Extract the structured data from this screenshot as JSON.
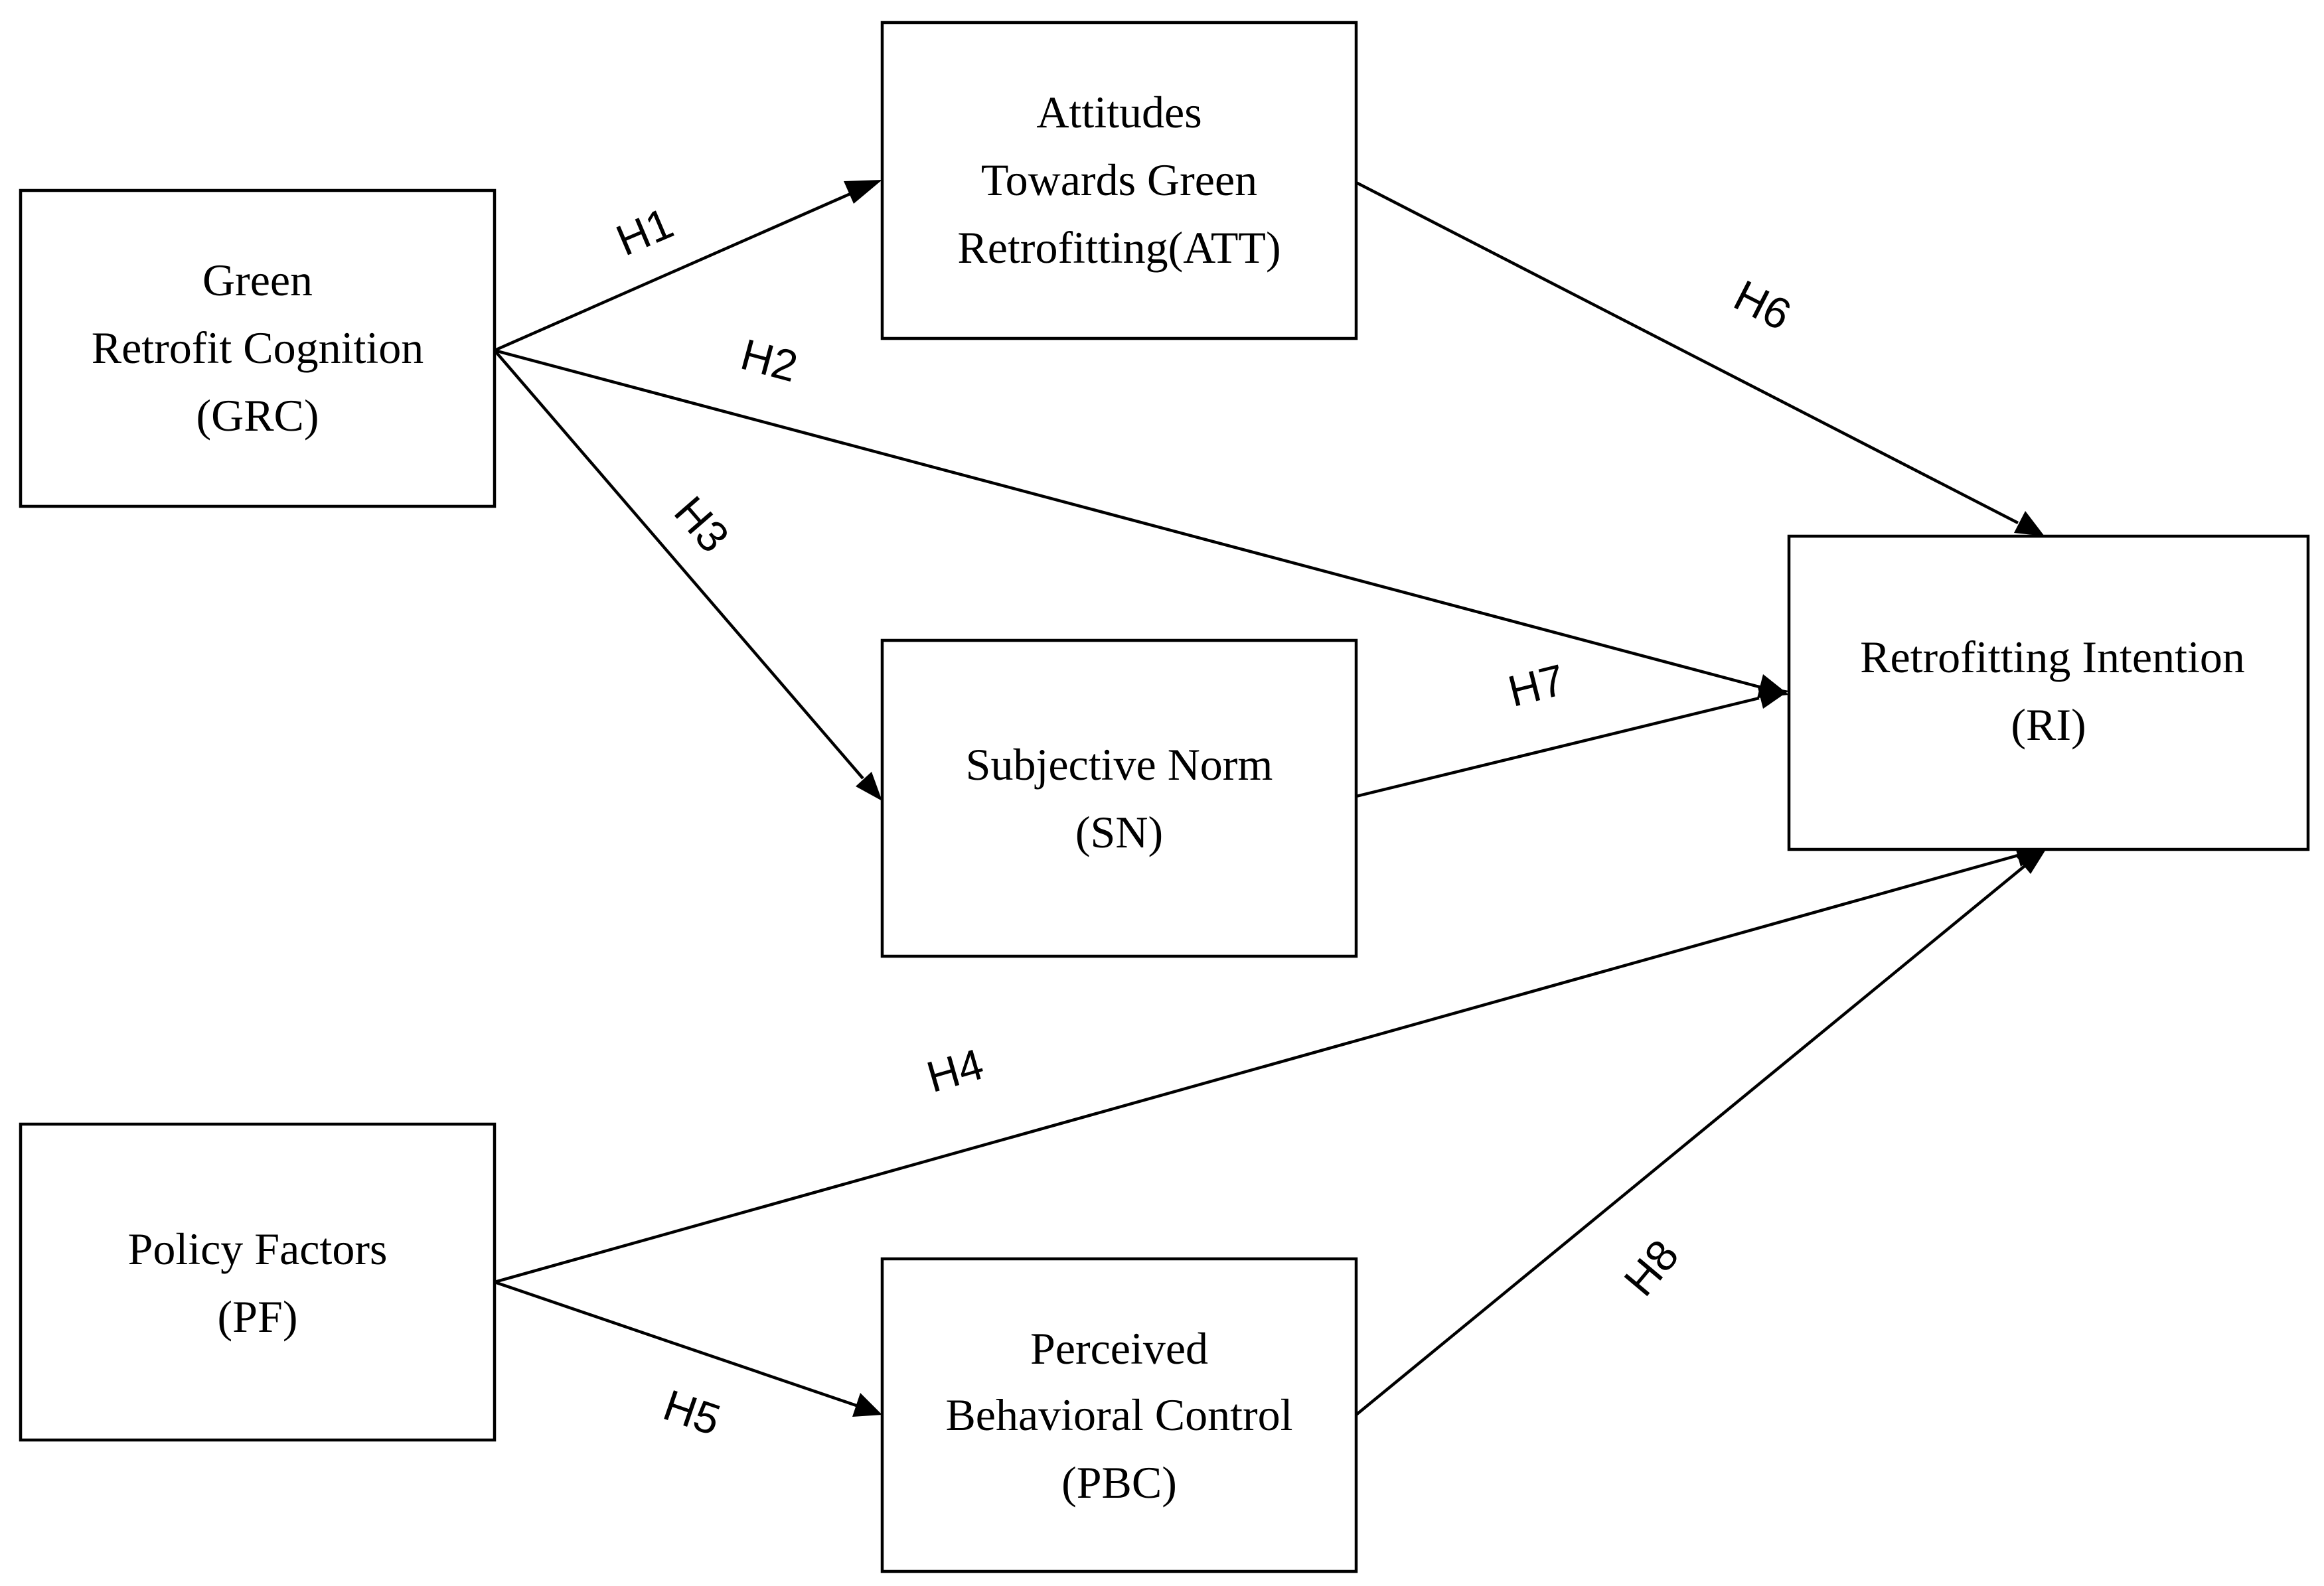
{
  "nodes": {
    "grc": {
      "lines": [
        "Green",
        "Retrofit Cognition",
        "(GRC)"
      ]
    },
    "att": {
      "lines": [
        "Attitudes",
        "Towards Green",
        "Retrofitting(ATT)"
      ]
    },
    "sn": {
      "lines": [
        "Subjective Norm",
        "(SN)"
      ]
    },
    "pbc": {
      "lines": [
        "Perceived",
        "Behavioral Control",
        "(PBC)"
      ]
    },
    "pf": {
      "lines": [
        "Policy Factors",
        "(PF)"
      ]
    },
    "ri": {
      "lines": [
        "Retrofitting Intention",
        "(RI)"
      ]
    }
  },
  "edges": [
    {
      "id": "h1",
      "from": "grc",
      "to": "att",
      "label": "H1"
    },
    {
      "id": "h2",
      "from": "grc",
      "to": "ri",
      "label": "H2"
    },
    {
      "id": "h3",
      "from": "grc",
      "to": "sn",
      "label": "H3"
    },
    {
      "id": "h4",
      "from": "pf",
      "to": "ri",
      "label": "H4"
    },
    {
      "id": "h5",
      "from": "pf",
      "to": "pbc",
      "label": "H5"
    },
    {
      "id": "h6",
      "from": "att",
      "to": "ri",
      "label": "H6"
    },
    {
      "id": "h7",
      "from": "sn",
      "to": "ri",
      "label": "H7"
    },
    {
      "id": "h8",
      "from": "pbc",
      "to": "ri",
      "label": "H8"
    }
  ]
}
